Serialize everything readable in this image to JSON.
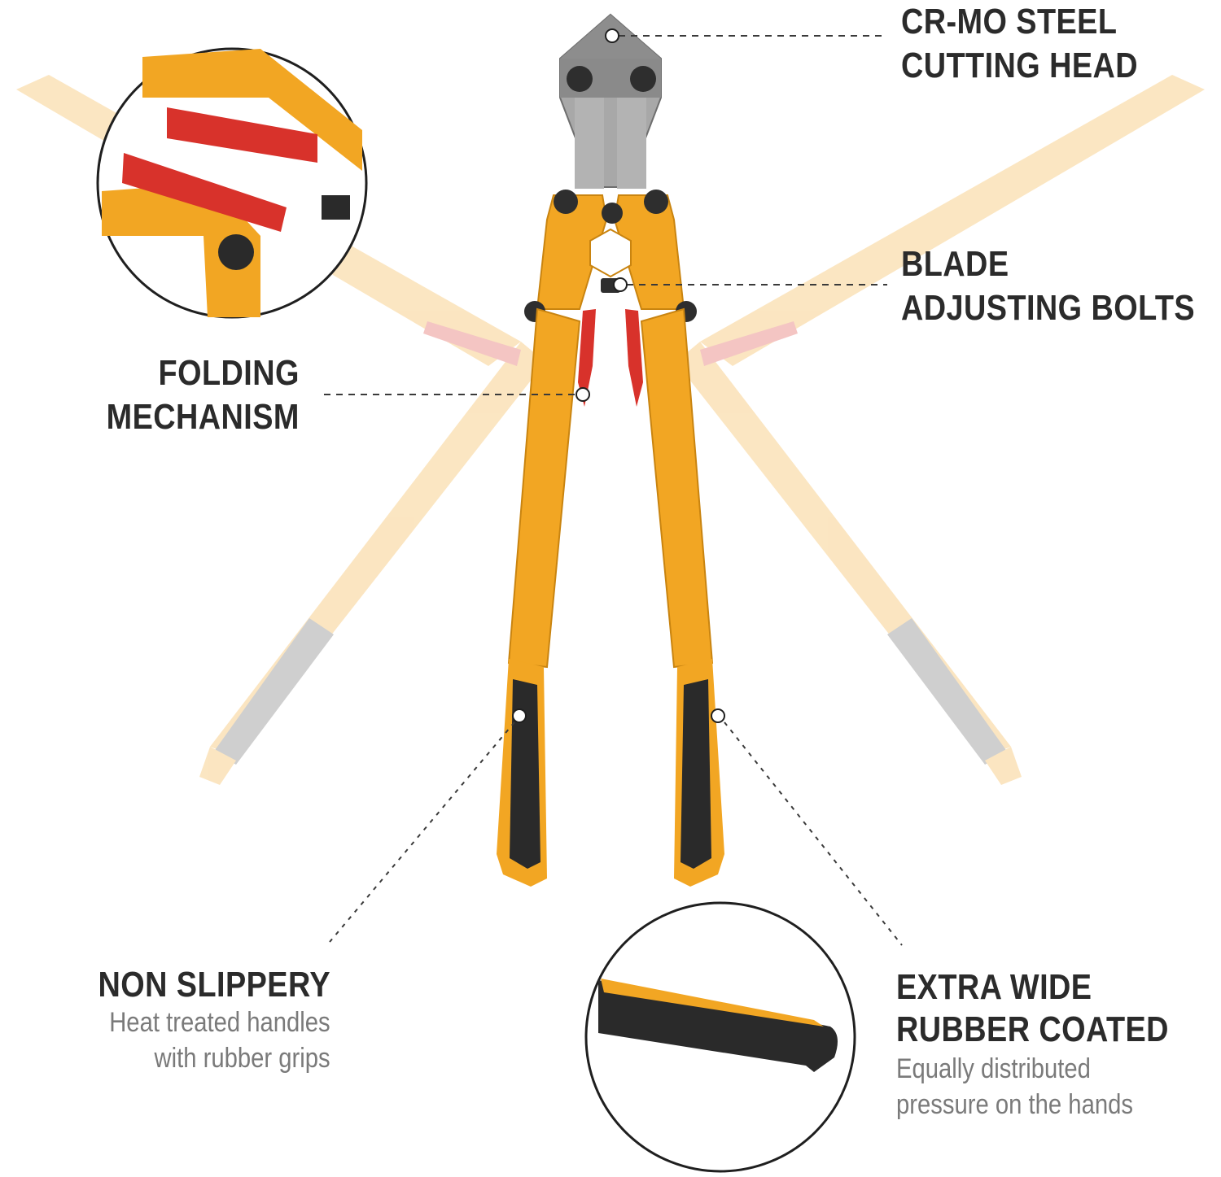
{
  "callouts": {
    "cutting_head": {
      "line1": "CR-MO STEEL",
      "line2": "CUTTING HEAD"
    },
    "adjusting_bolts": {
      "line1": "BLADE",
      "line2": "ADJUSTING BOLTS"
    },
    "folding": {
      "line1": "FOLDING",
      "line2": "MECHANISM"
    },
    "non_slippery": {
      "line1": "NON SLIPPERY",
      "desc1": "Heat treated handles",
      "desc2": "with rubber grips"
    },
    "extra_wide": {
      "line1": "EXTRA WIDE",
      "line2": "RUBBER COATED",
      "desc1": "Equally distributed",
      "desc2": "pressure on the hands"
    }
  },
  "colors": {
    "handle_yellow": "#f2a623",
    "grip_black": "#2a2a2a",
    "head_steel": "#9a9a9a",
    "lever_red": "#d8322b",
    "heading_text": "#2b2b2b",
    "desc_text": "#7a7a7a"
  }
}
